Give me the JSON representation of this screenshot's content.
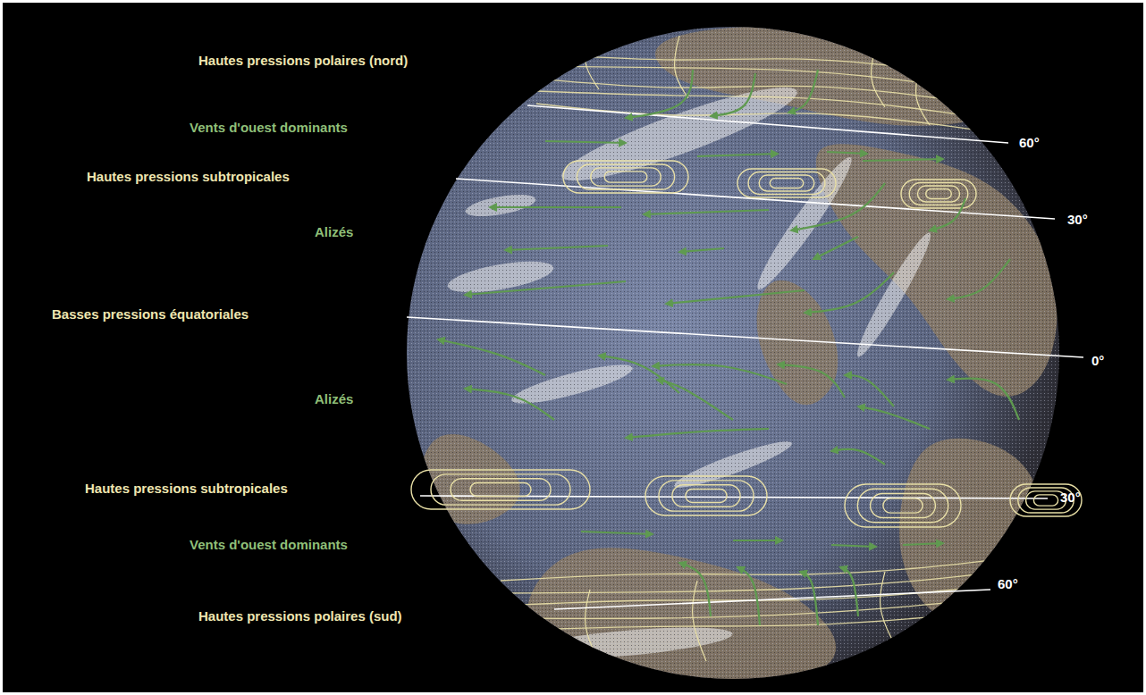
{
  "diagram": {
    "labels": [
      "Hautes pressions polaires (nord)",
      "Vents d'ouest dominants",
      "Hautes pressions subtropicales",
      "Alizés",
      "Basses pressions équatoriales",
      "Alizés",
      "Hautes pressions subtropicales",
      "Vents d'ouest dominants",
      "Hautes pressions polaires (sud)",
      "60°",
      "30°",
      "0°",
      "30°",
      "60°"
    ]
  }
}
